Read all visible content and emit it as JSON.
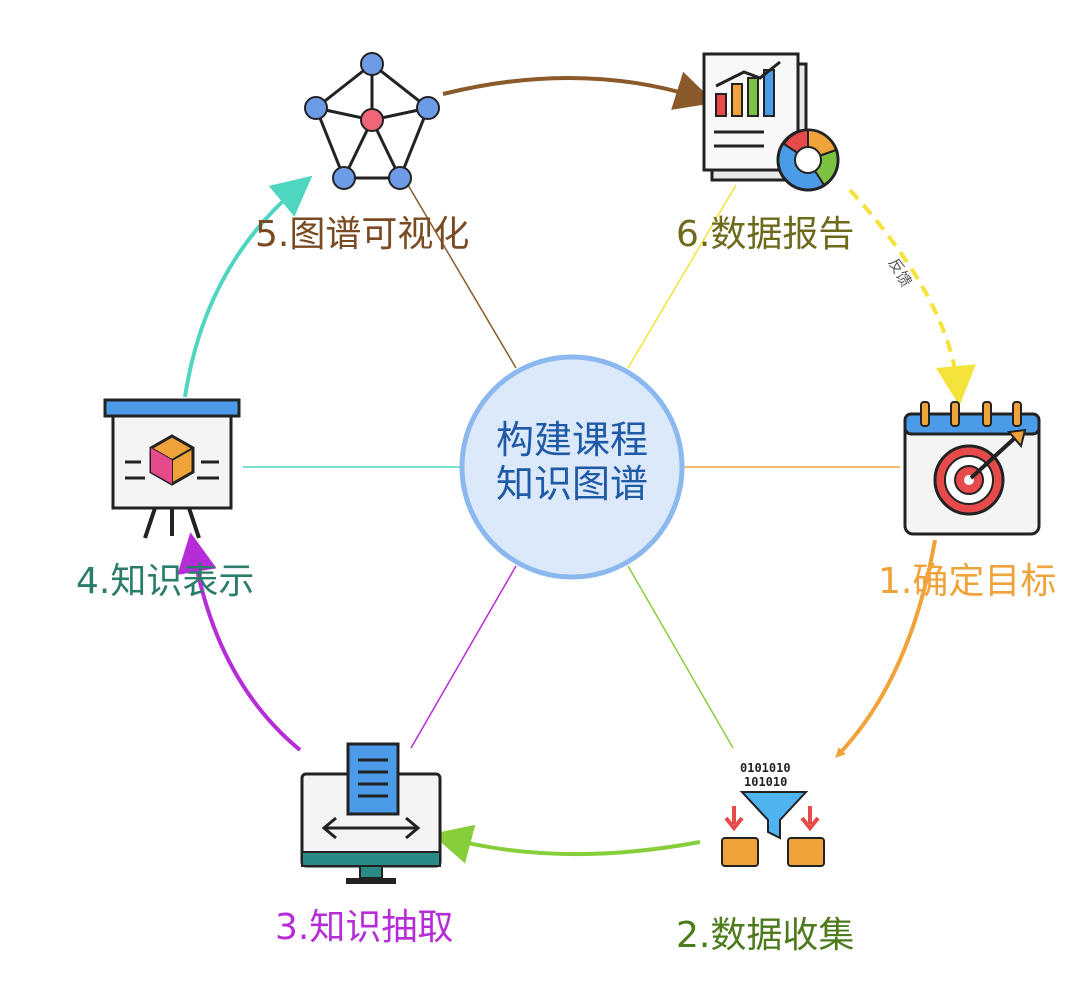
{
  "center": {
    "line1": "构建课程",
    "line2": "知识图谱"
  },
  "steps": [
    {
      "id": "goal",
      "label": "1.确定目标",
      "color": "#f0a33a",
      "icon": "target-calendar-icon"
    },
    {
      "id": "collect",
      "label": "2.数据收集",
      "color": "#4d7a1a",
      "icon": "data-funnel-icon"
    },
    {
      "id": "extract",
      "label": "3.知识抽取",
      "color": "#b62cd6",
      "icon": "monitor-document-icon"
    },
    {
      "id": "present",
      "label": "4.知识表示",
      "color": "#2a7d6a",
      "icon": "presentation-cube-icon"
    },
    {
      "id": "visual",
      "label": "5.图谱可视化",
      "color": "#7a4a22",
      "icon": "network-graph-icon"
    },
    {
      "id": "report",
      "label": "6.数据报告",
      "color": "#6e6a1c",
      "icon": "report-chart-icon"
    }
  ],
  "feedback": {
    "label": "反馈",
    "color": "#f3e33a"
  },
  "colors": {
    "circle_fill": "#dbe9fb",
    "circle_stroke": "#8ab8ef",
    "arrow_goal_collect": "#f0a33a",
    "arrow_collect_extract": "#86cf3a",
    "arrow_extract_present": "#b62cd6",
    "arrow_present_visual": "#4fd6c0",
    "arrow_visual_report": "#8b5a2b"
  }
}
